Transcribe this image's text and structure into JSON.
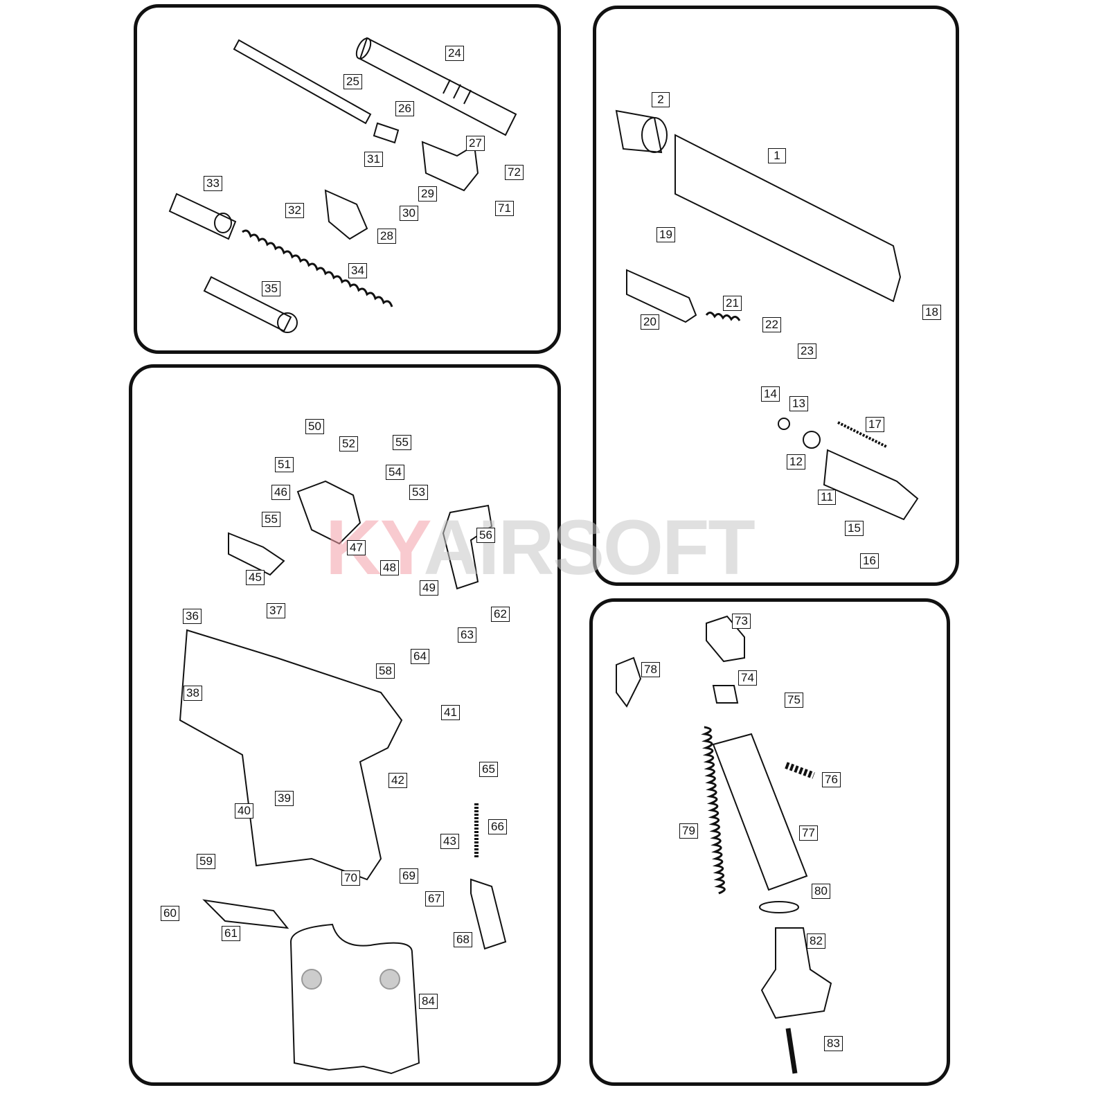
{
  "watermark": {
    "part1": "KY",
    "part2": "AIRSOFT"
  },
  "labels": [
    "24",
    "25",
    "26",
    "27",
    "31",
    "72",
    "33",
    "29",
    "30",
    "71",
    "32",
    "28",
    "34",
    "35",
    "2",
    "1",
    "19",
    "21",
    "18",
    "20",
    "22",
    "23",
    "14",
    "13",
    "17",
    "12",
    "11",
    "15",
    "16",
    "50",
    "52",
    "55",
    "51",
    "54",
    "46",
    "53",
    "55",
    "56",
    "47",
    "45",
    "48",
    "49",
    "36",
    "37",
    "62",
    "63",
    "64",
    "58",
    "38",
    "41",
    "65",
    "42",
    "39",
    "40",
    "66",
    "43",
    "69",
    "70",
    "59",
    "67",
    "60",
    "61",
    "68",
    "84",
    "73",
    "78",
    "74",
    "75",
    "76",
    "79",
    "77",
    "80",
    "82",
    "83"
  ]
}
